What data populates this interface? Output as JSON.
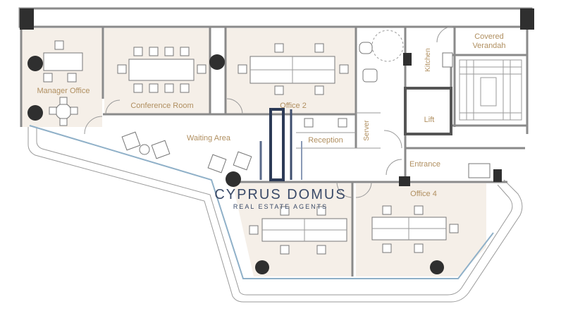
{
  "rooms": {
    "manager_office": "Manager Office",
    "conference_room": "Conference Room",
    "office2": "Office 2",
    "kitchen": "Kitchen",
    "covered_verandah_line1": "Covered",
    "covered_verandah_line2": "Verandah",
    "waiting_area": "Waiting Area",
    "reception": "Reception",
    "server": "Server",
    "lift": "Lift",
    "entrance": "Entrance",
    "office4": "Office 4"
  },
  "branding": {
    "title": "CYPRUS DOMUS",
    "subtitle": "REAL ESTATE AGENTS"
  },
  "colors": {
    "floor": "#f5efe8",
    "label": "#b08f60",
    "brand": "#3a4a68",
    "glass": "#8fb0c8"
  }
}
